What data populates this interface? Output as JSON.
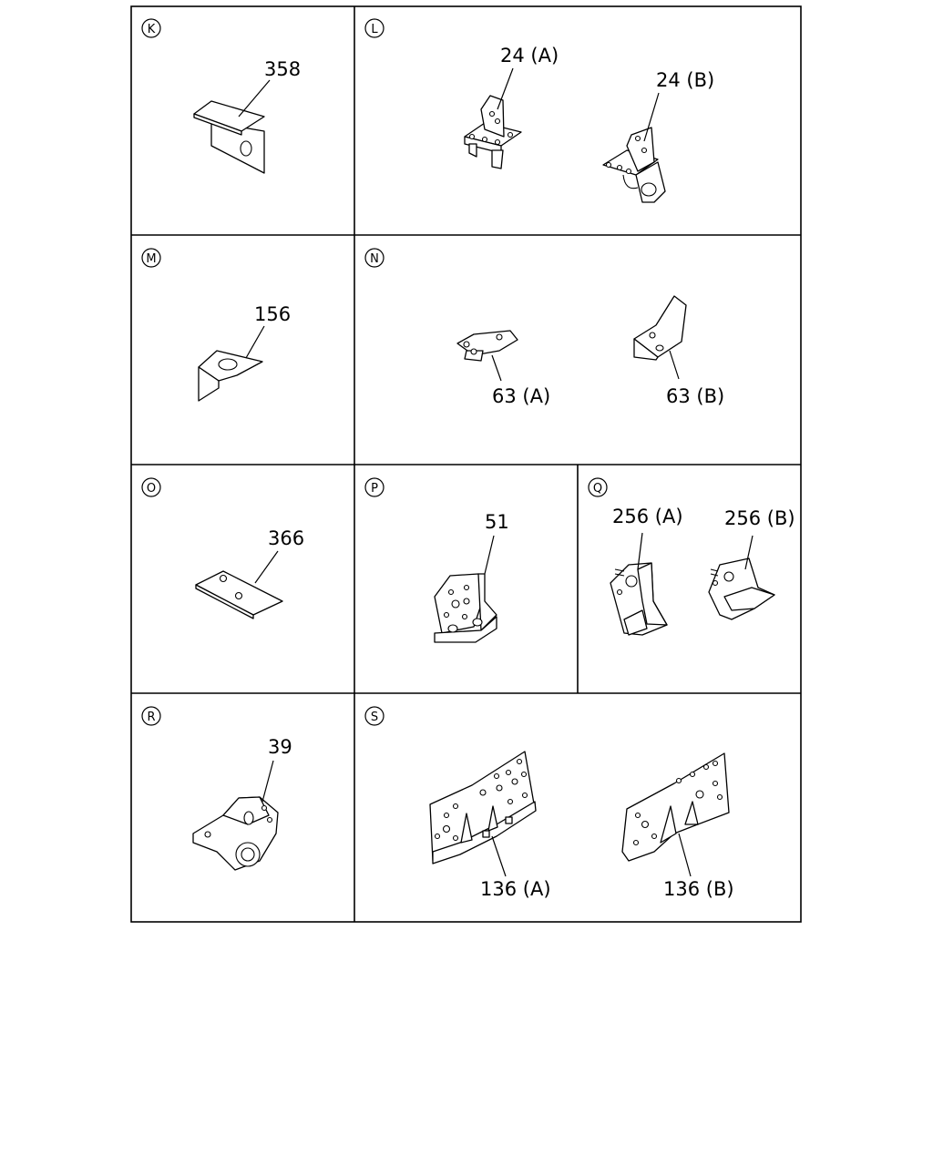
{
  "cells": {
    "K": {
      "letter": "K",
      "parts": [
        "358"
      ]
    },
    "L": {
      "letter": "L",
      "parts": [
        "24 (A)",
        "24 (B)"
      ]
    },
    "M": {
      "letter": "M",
      "parts": [
        "156"
      ]
    },
    "N": {
      "letter": "N",
      "parts": [
        "63 (A)",
        "63 (B)"
      ]
    },
    "O": {
      "letter": "O",
      "parts": [
        "366"
      ]
    },
    "P": {
      "letter": "P",
      "parts": [
        "51"
      ]
    },
    "Q": {
      "letter": "Q",
      "parts": [
        "256 (A)",
        "256 (B)"
      ]
    },
    "R": {
      "letter": "R",
      "parts": [
        "39"
      ]
    },
    "S": {
      "letter": "S",
      "parts": [
        "136 (A)",
        "136 (B)"
      ]
    }
  }
}
